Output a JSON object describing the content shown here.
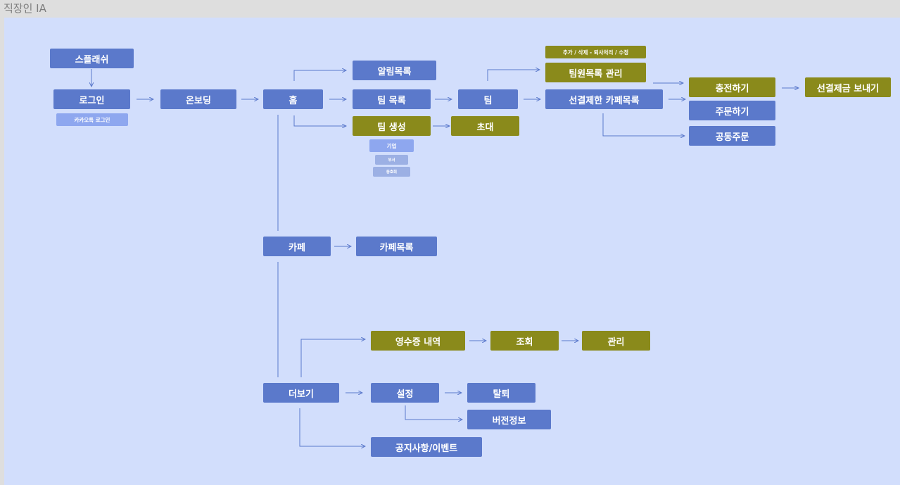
{
  "frame": {
    "title": "직장인 IA"
  },
  "nodes": {
    "splash": "스플래쉬",
    "login": "로그인",
    "kakao_login": "카카오톡 로그인",
    "onboarding": "온보딩",
    "home": "홈",
    "notifications": "알림목록",
    "team_list": "팀 목록",
    "team_create": "팀 생성",
    "company": "기업",
    "department": "부서",
    "club": "동호회",
    "team": "팀",
    "invite": "초대",
    "member_actions": "추가 / 삭제 - 퇴사처리 / 수정",
    "member_manage": "팀원목록 관리",
    "prepaid_cafes": "선결제한 카페목록",
    "charge": "충전하기",
    "order": "주문하기",
    "group_order": "공동주문",
    "send_prepaid": "선결제금 보내기",
    "cafe": "카페",
    "cafe_list": "카페목록",
    "receipts": "영수증 내역",
    "lookup": "조회",
    "manage": "관리",
    "more": "더보기",
    "settings": "설정",
    "withdraw": "탈퇴",
    "version": "버전정보",
    "notices": "공지사항/이벤트"
  },
  "colors": {
    "background": "#d2defc",
    "primary_node": "#5b79cb",
    "secondary_node": "#8a8a1b",
    "sub_node": "#8ea7ef",
    "minor_node": "#9cb0e4",
    "connector": "#5b79cb"
  }
}
